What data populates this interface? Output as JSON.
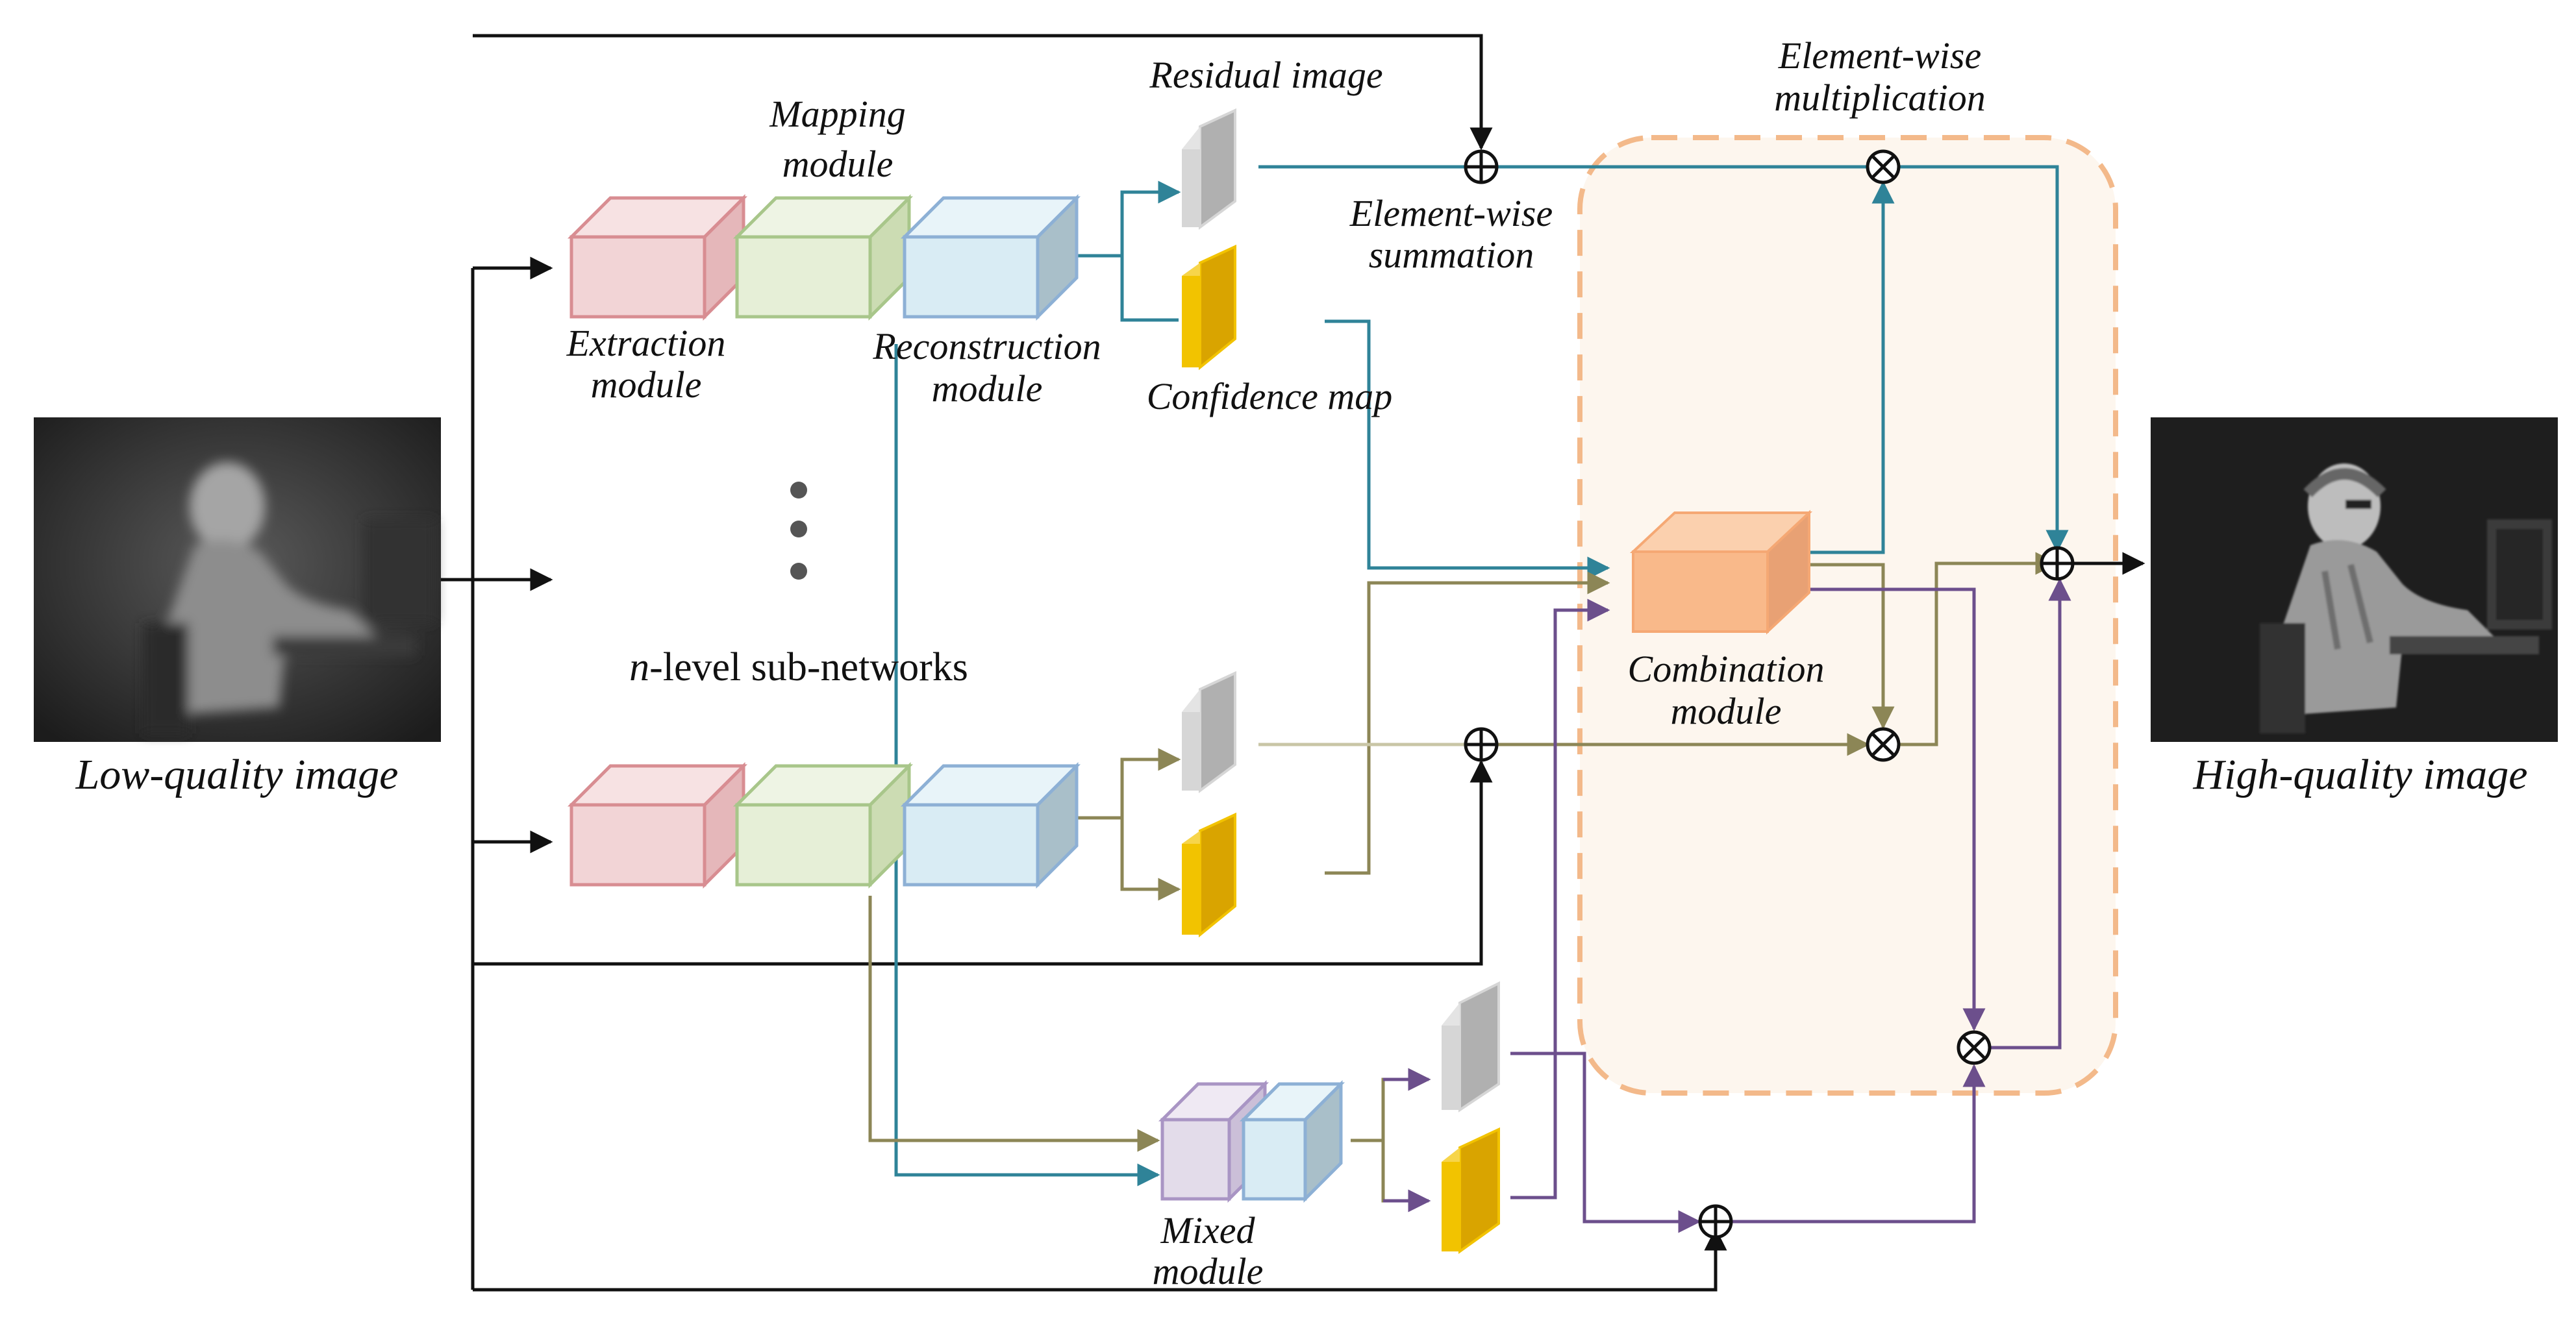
{
  "labels": {
    "low_quality": "Low-quality image",
    "high_quality": "High-quality image",
    "mapping_1": "Mapping",
    "mapping_2": "module",
    "extraction_1": "Extraction",
    "extraction_2": "module",
    "reconstruction_1": "Reconstruction",
    "reconstruction_2": "module",
    "residual": "Residual image",
    "confidence": "Confidence map",
    "ews_1": "Element-wise",
    "ews_2": "summation",
    "ewm_1": "Element-wise",
    "ewm_2": "multiplication",
    "combination_1": "Combination",
    "combination_2": "module",
    "n_symbol": "n",
    "n_rest": "-level sub-networks",
    "mixed_1": "Mixed",
    "mixed_2": "module"
  },
  "colors": {
    "black": "#111111",
    "teal": "#2f8398",
    "olive": "#8c8656",
    "olive_light": "#c9c6a6",
    "purple": "#6c4f8c",
    "orange_dash": "#f3b98a",
    "combination_bg": "#fdf6ee",
    "extraction": "#f2d4d6",
    "mapping": "#e6efd7",
    "reconstruction": "#d9ecf4",
    "mixed": "#e3dcea",
    "combination": "#f9b98a",
    "confidence": "#d9a400",
    "residual": "#b2b2b2"
  }
}
